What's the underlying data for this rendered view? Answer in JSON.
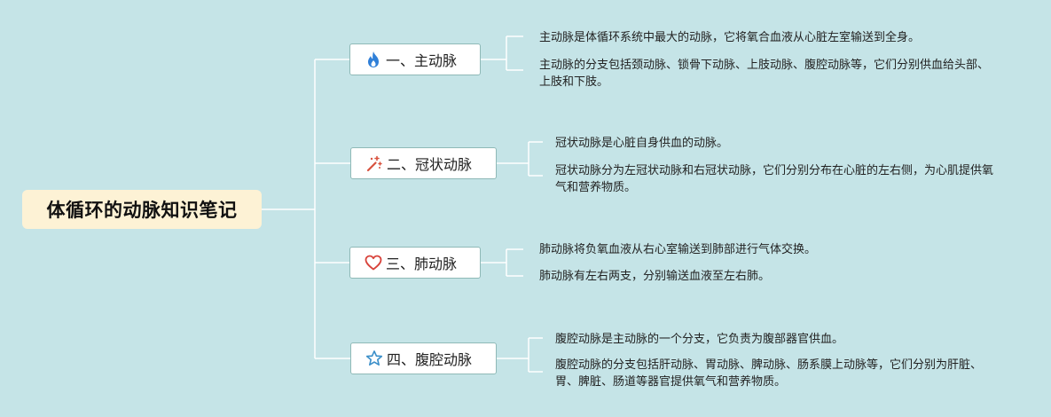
{
  "root": {
    "title": "体循环的动脉知识笔记"
  },
  "branches": [
    {
      "label": "一、主动脉",
      "icon": "flame-icon",
      "icon_color": "#2f7fd8",
      "notes": [
        "主动脉是体循环系统中最大的动脉，它将氧合血液从心脏左室输送到全身。",
        "主动脉的分支包括颈动脉、锁骨下动脉、上肢动脉、腹腔动脉等，它们分别供血给头部、上肢和下肢。"
      ]
    },
    {
      "label": "二、冠状动脉",
      "icon": "magic-wand-icon",
      "icon_color": "#d8523f",
      "notes": [
        "冠状动脉是心脏自身供血的动脉。",
        "冠状动脉分为左冠状动脉和右冠状动脉，它们分别分布在心脏的左右侧，为心肌提供氧气和营养物质。"
      ]
    },
    {
      "label": "三、肺动脉",
      "icon": "heart-icon",
      "icon_color": "#d8423a",
      "notes": [
        "肺动脉将负氧血液从右心室输送到肺部进行气体交换。",
        "肺动脉有左右两支，分别输送血液至左右肺。"
      ]
    },
    {
      "label": "四、腹腔动脉",
      "icon": "star-icon",
      "icon_color": "#3b8fc9",
      "notes": [
        "腹腔动脉是主动脉的一个分支，它负责为腹部器官供血。",
        "腹腔动脉的分支包括肝动脉、胃动脉、脾动脉、肠系膜上动脉等，它们分别为肝脏、胃、脾脏、肠道等器官提供氧气和营养物质。"
      ]
    }
  ],
  "colors": {
    "background": "#c5e4e7",
    "root_fill": "#fdf2d5",
    "branch_border": "#8fb9b7",
    "connector": "#ffffff"
  }
}
